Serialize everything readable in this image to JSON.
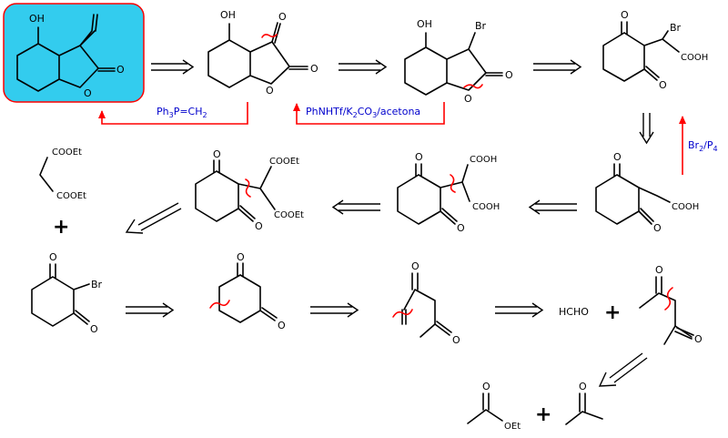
{
  "atoms": {
    "oh": "OH",
    "o": "O",
    "br": "Br",
    "cooh": "COOH",
    "cooet": "COOEt",
    "oet": "OEt",
    "hcho": "HCHO"
  },
  "reagents": {
    "wittig": "Ph3P=CH2",
    "methylenation": "PhNHTf/K2CO3/acetona",
    "hvz": "Br2/P4"
  },
  "plus": "+",
  "colors": {
    "target_box_fill": "#33ccee",
    "target_box_stroke": "#ff0000",
    "reagent_text": "#0000cc",
    "forward_arrow": "#ff0000",
    "disconnection_mark": "#ff0000"
  }
}
